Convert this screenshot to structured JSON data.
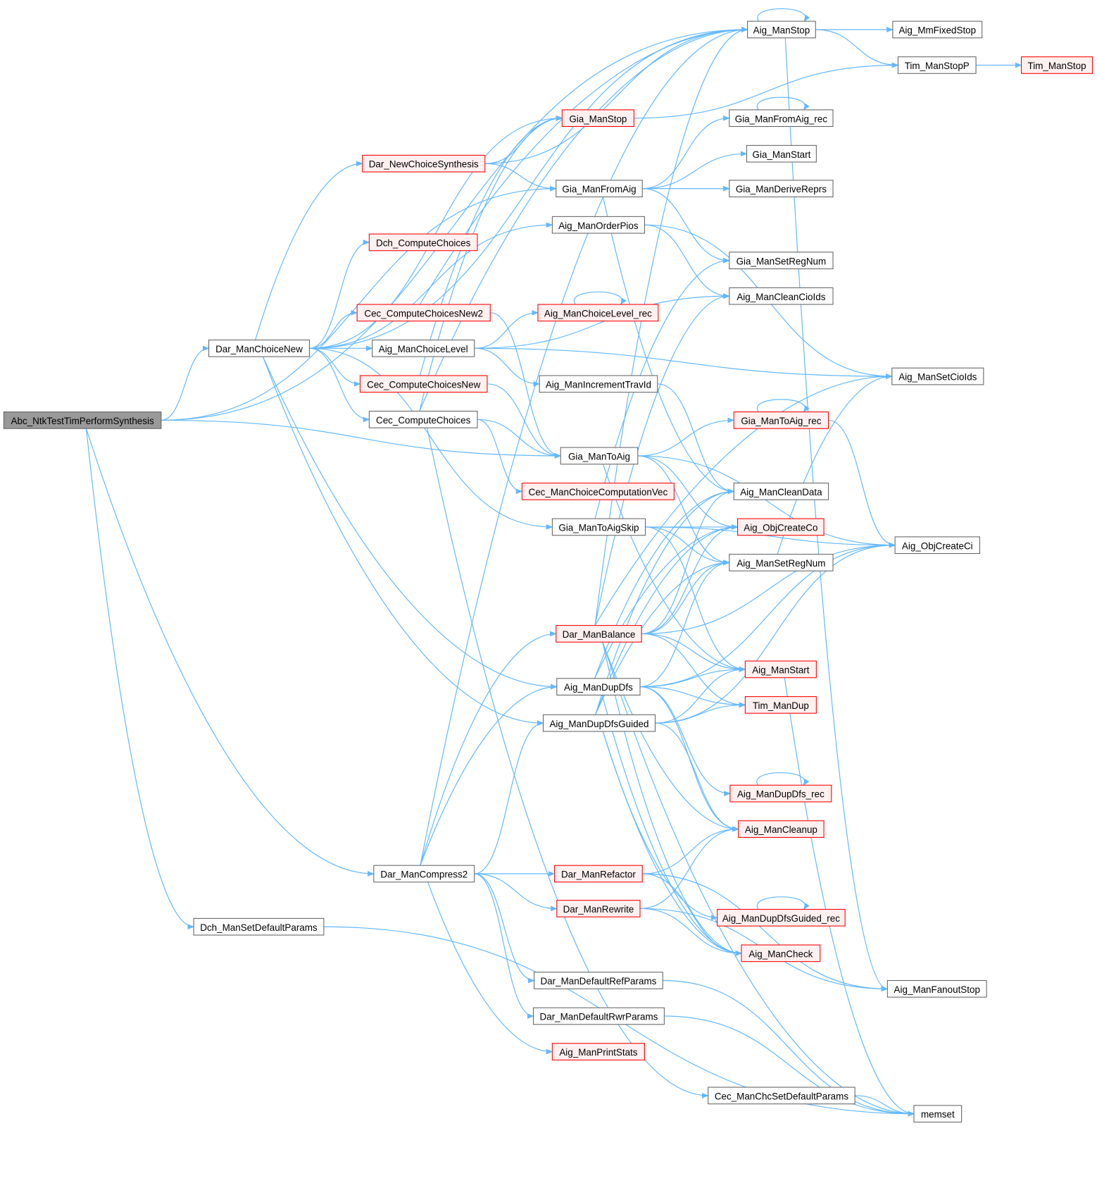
{
  "colors": {
    "edge": "#63b8ff",
    "node_border": "#666666",
    "node_fill": "#ffffff",
    "root_fill": "#999999",
    "truncated_border": "#ff0000",
    "truncated_fill": "#fff0f0"
  },
  "nodes": [
    {
      "label": "Abc_NtkTestTimPerformSynthesis",
      "kind": "root"
    },
    {
      "label": "Aig_ManStop",
      "kind": "normal"
    },
    {
      "label": "Aig_MmFixedStop",
      "kind": "normal"
    },
    {
      "label": "Tim_ManStopP",
      "kind": "normal"
    },
    {
      "label": "Tim_ManStop",
      "kind": "truncated"
    },
    {
      "label": "Gia_ManStop",
      "kind": "truncated"
    },
    {
      "label": "Gia_ManFromAig_rec",
      "kind": "normal"
    },
    {
      "label": "Dar_NewChoiceSynthesis",
      "kind": "truncated"
    },
    {
      "label": "Gia_ManStart",
      "kind": "normal"
    },
    {
      "label": "Gia_ManFromAig",
      "kind": "normal"
    },
    {
      "label": "Gia_ManDeriveReprs",
      "kind": "normal"
    },
    {
      "label": "Aig_ManOrderPios",
      "kind": "normal"
    },
    {
      "label": "Dch_ComputeChoices",
      "kind": "truncated"
    },
    {
      "label": "Gia_ManSetRegNum",
      "kind": "normal"
    },
    {
      "label": "Aig_ManCleanCioIds",
      "kind": "normal"
    },
    {
      "label": "Cec_ComputeChoicesNew2",
      "kind": "truncated"
    },
    {
      "label": "Aig_ManChoiceLevel_rec",
      "kind": "truncated"
    },
    {
      "label": "Dar_ManChoiceNew",
      "kind": "normal"
    },
    {
      "label": "Aig_ManChoiceLevel",
      "kind": "normal"
    },
    {
      "label": "Aig_ManSetCioIds",
      "kind": "normal"
    },
    {
      "label": "Cec_ComputeChoicesNew",
      "kind": "truncated"
    },
    {
      "label": "Aig_ManIncrementTravId",
      "kind": "normal"
    },
    {
      "label": "Cec_ComputeChoices",
      "kind": "normal"
    },
    {
      "label": "Gia_ManToAig_rec",
      "kind": "truncated"
    },
    {
      "label": "Gia_ManToAig",
      "kind": "normal"
    },
    {
      "label": "Cec_ManChoiceComputationVec",
      "kind": "truncated"
    },
    {
      "label": "Aig_ManCleanData",
      "kind": "normal"
    },
    {
      "label": "Gia_ManToAigSkip",
      "kind": "normal"
    },
    {
      "label": "Aig_ObjCreateCo",
      "kind": "truncated"
    },
    {
      "label": "Aig_ObjCreateCi",
      "kind": "normal"
    },
    {
      "label": "Aig_ManSetRegNum",
      "kind": "normal"
    },
    {
      "label": "Dar_ManBalance",
      "kind": "truncated"
    },
    {
      "label": "Aig_ManStart",
      "kind": "truncated"
    },
    {
      "label": "Aig_ManDupDfs",
      "kind": "normal"
    },
    {
      "label": "Tim_ManDup",
      "kind": "truncated"
    },
    {
      "label": "Aig_ManDupDfsGuided",
      "kind": "normal"
    },
    {
      "label": "Aig_ManDupDfs_rec",
      "kind": "truncated"
    },
    {
      "label": "Aig_ManCleanup",
      "kind": "truncated"
    },
    {
      "label": "Dar_ManCompress2",
      "kind": "normal"
    },
    {
      "label": "Dar_ManRefactor",
      "kind": "truncated"
    },
    {
      "label": "Dar_ManRewrite",
      "kind": "truncated"
    },
    {
      "label": "Aig_ManDupDfsGuided_rec",
      "kind": "truncated"
    },
    {
      "label": "Dch_ManSetDefaultParams",
      "kind": "normal"
    },
    {
      "label": "Aig_ManCheck",
      "kind": "truncated"
    },
    {
      "label": "Dar_ManDefaultRefParams",
      "kind": "normal"
    },
    {
      "label": "Aig_ManFanoutStop",
      "kind": "normal"
    },
    {
      "label": "Dar_ManDefaultRwrParams",
      "kind": "normal"
    },
    {
      "label": "Aig_ManPrintStats",
      "kind": "truncated"
    },
    {
      "label": "Cec_ManChcSetDefaultParams",
      "kind": "normal"
    },
    {
      "label": "memset",
      "kind": "normal"
    }
  ],
  "edges": [
    [
      "Abc_NtkTestTimPerformSynthesis",
      "Aig_ManStop"
    ],
    [
      "Abc_NtkTestTimPerformSynthesis",
      "Gia_ManFromAig"
    ],
    [
      "Abc_NtkTestTimPerformSynthesis",
      "Dar_ManChoiceNew"
    ],
    [
      "Abc_NtkTestTimPerformSynthesis",
      "Gia_ManToAig"
    ],
    [
      "Abc_NtkTestTimPerformSynthesis",
      "Dar_ManCompress2"
    ],
    [
      "Abc_NtkTestTimPerformSynthesis",
      "Dch_ManSetDefaultParams"
    ],
    [
      "Aig_ManStop",
      "Aig_ManStop"
    ],
    [
      "Aig_ManStop",
      "Aig_MmFixedStop"
    ],
    [
      "Aig_ManStop",
      "Tim_ManStopP"
    ],
    [
      "Aig_ManStop",
      "Aig_ManFanoutStop"
    ],
    [
      "Tim_ManStopP",
      "Tim_ManStop"
    ],
    [
      "Gia_ManStop",
      "Tim_ManStopP"
    ],
    [
      "Dar_ManChoiceNew",
      "Aig_ManStop"
    ],
    [
      "Dar_ManChoiceNew",
      "Gia_ManStop"
    ],
    [
      "Dar_ManChoiceNew",
      "Dar_NewChoiceSynthesis"
    ],
    [
      "Dar_ManChoiceNew",
      "Dch_ComputeChoices"
    ],
    [
      "Dar_ManChoiceNew",
      "Aig_ManOrderPios"
    ],
    [
      "Dar_ManChoiceNew",
      "Cec_ComputeChoicesNew2"
    ],
    [
      "Dar_ManChoiceNew",
      "Aig_ManChoiceLevel"
    ],
    [
      "Dar_ManChoiceNew",
      "Cec_ComputeChoicesNew"
    ],
    [
      "Dar_ManChoiceNew",
      "Cec_ComputeChoices"
    ],
    [
      "Dar_ManChoiceNew",
      "Gia_ManToAigSkip"
    ],
    [
      "Dar_ManChoiceNew",
      "Aig_ManDupDfs"
    ],
    [
      "Dar_ManChoiceNew",
      "Aig_ManDupDfsGuided"
    ],
    [
      "Dar_NewChoiceSynthesis",
      "Aig_ManStop"
    ],
    [
      "Dar_NewChoiceSynthesis",
      "Gia_ManStop"
    ],
    [
      "Dar_NewChoiceSynthesis",
      "Gia_ManFromAig"
    ],
    [
      "Gia_ManFromAig_rec",
      "Gia_ManFromAig_rec"
    ],
    [
      "Gia_ManFromAig",
      "Gia_ManFromAig_rec"
    ],
    [
      "Gia_ManFromAig",
      "Gia_ManStart"
    ],
    [
      "Gia_ManFromAig",
      "Gia_ManDeriveReprs"
    ],
    [
      "Gia_ManFromAig",
      "Gia_ManSetRegNum"
    ],
    [
      "Gia_ManFromAig",
      "Aig_ManCleanData"
    ],
    [
      "Aig_ManOrderPios",
      "Aig_ManSetCioIds"
    ],
    [
      "Aig_ManOrderPios",
      "Aig_ManCleanCioIds"
    ],
    [
      "Cec_ComputeChoicesNew2",
      "Aig_ManStop"
    ],
    [
      "Cec_ComputeChoicesNew2",
      "Gia_ManToAig"
    ],
    [
      "Aig_ManChoiceLevel",
      "Aig_ManChoiceLevel_rec"
    ],
    [
      "Aig_ManChoiceLevel",
      "Aig_ManIncrementTravId"
    ],
    [
      "Aig_ManChoiceLevel",
      "Aig_ManSetCioIds"
    ],
    [
      "Aig_ManChoiceLevel",
      "Aig_ManCleanCioIds"
    ],
    [
      "Aig_ManChoiceLevel_rec",
      "Aig_ManChoiceLevel_rec"
    ],
    [
      "Cec_ComputeChoicesNew",
      "Gia_ManStop"
    ],
    [
      "Cec_ComputeChoicesNew",
      "Gia_ManToAig"
    ],
    [
      "Aig_ManIncrementTravId",
      "Aig_ManCleanData"
    ],
    [
      "Cec_ComputeChoices",
      "Gia_ManStop"
    ],
    [
      "Cec_ComputeChoices",
      "Aig_ManStop"
    ],
    [
      "Cec_ComputeChoices",
      "Gia_ManToAig"
    ],
    [
      "Cec_ComputeChoices",
      "Cec_ManChoiceComputationVec"
    ],
    [
      "Cec_ComputeChoices",
      "Cec_ManChcSetDefaultParams"
    ],
    [
      "Gia_ManToAig",
      "Gia_ManToAig_rec"
    ],
    [
      "Gia_ManToAig",
      "Aig_ObjCreateCo"
    ],
    [
      "Gia_ManToAig",
      "Aig_ManSetRegNum"
    ],
    [
      "Gia_ManToAig",
      "Aig_ManStart"
    ],
    [
      "Gia_ManToAig",
      "Aig_ObjCreateCi"
    ],
    [
      "Gia_ManToAig_rec",
      "Gia_ManToAig_rec"
    ],
    [
      "Gia_ManToAig_rec",
      "Aig_ObjCreateCi"
    ],
    [
      "Gia_ManToAigSkip",
      "Gia_ManSetRegNum"
    ],
    [
      "Gia_ManToAigSkip",
      "Aig_ObjCreateCo"
    ],
    [
      "Gia_ManToAigSkip",
      "Aig_ManSetRegNum"
    ],
    [
      "Gia_ManToAigSkip",
      "Aig_ManStart"
    ],
    [
      "Gia_ManToAigSkip",
      "Aig_ObjCreateCi"
    ],
    [
      "Aig_ManSetRegNum",
      "Aig_ManSetCioIds"
    ],
    [
      "Dar_ManBalance",
      "Aig_ManStop"
    ],
    [
      "Dar_ManBalance",
      "Aig_ManCleanCioIds"
    ],
    [
      "Dar_ManBalance",
      "Aig_ManCleanData"
    ],
    [
      "Dar_ManBalance",
      "Aig_ObjCreateCo"
    ],
    [
      "Dar_ManBalance",
      "Aig_ManSetRegNum"
    ],
    [
      "Dar_ManBalance",
      "Aig_ManSetCioIds"
    ],
    [
      "Dar_ManBalance",
      "Aig_ObjCreateCi"
    ],
    [
      "Dar_ManBalance",
      "Aig_ManStart"
    ],
    [
      "Dar_ManBalance",
      "Tim_ManDup"
    ],
    [
      "Dar_ManBalance",
      "Aig_ManCleanup"
    ],
    [
      "Dar_ManBalance",
      "Aig_ManCheck"
    ],
    [
      "Dar_ManBalance",
      "memset"
    ],
    [
      "Aig_ManDupDfs",
      "Aig_ManStart"
    ],
    [
      "Aig_ManDupDfs",
      "Tim_ManDup"
    ],
    [
      "Aig_ManDupDfs",
      "Aig_ManDupDfs_rec"
    ],
    [
      "Aig_ManDupDfs",
      "Aig_ObjCreateCi"
    ],
    [
      "Aig_ManDupDfs",
      "Aig_ObjCreateCo"
    ],
    [
      "Aig_ManDupDfs",
      "Aig_ManSetRegNum"
    ],
    [
      "Aig_ManDupDfs",
      "Aig_ManCleanData"
    ],
    [
      "Aig_ManDupDfs",
      "Aig_ManCleanup"
    ],
    [
      "Aig_ManDupDfs",
      "Aig_ManCheck"
    ],
    [
      "Aig_ManDupDfs_rec",
      "Aig_ManDupDfs_rec"
    ],
    [
      "Aig_ManDupDfsGuided",
      "Aig_ManStart"
    ],
    [
      "Aig_ManDupDfsGuided",
      "Tim_ManDup"
    ],
    [
      "Aig_ManDupDfsGuided",
      "Aig_ManDupDfsGuided_rec"
    ],
    [
      "Aig_ManDupDfsGuided",
      "Aig_ObjCreateCo"
    ],
    [
      "Aig_ManDupDfsGuided",
      "Aig_ManSetRegNum"
    ],
    [
      "Aig_ManDupDfsGuided",
      "Aig_ManCleanData"
    ],
    [
      "Aig_ManDupDfsGuided",
      "Aig_ManCleanup"
    ],
    [
      "Aig_ManDupDfsGuided",
      "Aig_ManCheck"
    ],
    [
      "Aig_ManDupDfsGuided",
      "Aig_ObjCreateCi"
    ],
    [
      "Aig_ManDupDfsGuided_rec",
      "Aig_ManDupDfsGuided_rec"
    ],
    [
      "Dar_ManCompress2",
      "Aig_ManStop"
    ],
    [
      "Dar_ManCompress2",
      "Dar_ManBalance"
    ],
    [
      "Dar_ManCompress2",
      "Aig_ManDupDfs"
    ],
    [
      "Dar_ManCompress2",
      "Aig_ManDupDfsGuided"
    ],
    [
      "Dar_ManCompress2",
      "Dar_ManRefactor"
    ],
    [
      "Dar_ManCompress2",
      "Dar_ManRewrite"
    ],
    [
      "Dar_ManCompress2",
      "Dar_ManDefaultRefParams"
    ],
    [
      "Dar_ManCompress2",
      "Dar_ManDefaultRwrParams"
    ],
    [
      "Dar_ManCompress2",
      "Aig_ManPrintStats"
    ],
    [
      "Dar_ManRefactor",
      "Aig_ManCleanup"
    ],
    [
      "Dar_ManRefactor",
      "Aig_ManCheck"
    ],
    [
      "Dar_ManRefactor",
      "Aig_ManFanoutStop"
    ],
    [
      "Dar_ManRewrite",
      "Aig_ManCleanup"
    ],
    [
      "Dar_ManRewrite",
      "Aig_ManCheck"
    ],
    [
      "Dar_ManRewrite",
      "Aig_ManFanoutStop"
    ],
    [
      "Dar_ManDefaultRefParams",
      "memset"
    ],
    [
      "Dar_ManDefaultRwrParams",
      "memset"
    ],
    [
      "Cec_ManChcSetDefaultParams",
      "memset"
    ],
    [
      "Dch_ManSetDefaultParams",
      "memset"
    ],
    [
      "Aig_ManStart",
      "memset"
    ]
  ]
}
